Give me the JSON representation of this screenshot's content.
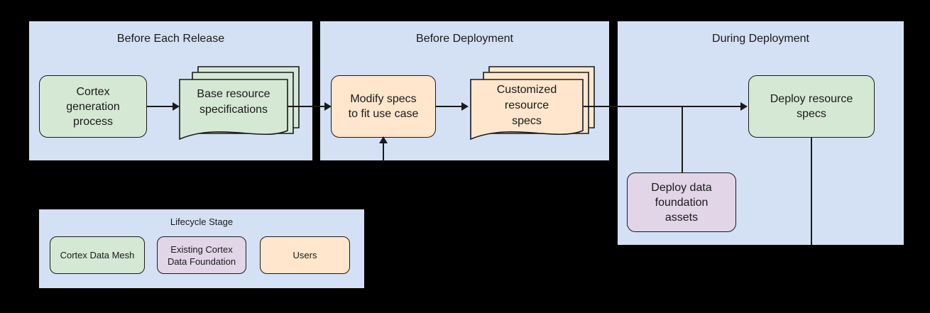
{
  "diagram": {
    "type": "flowchart",
    "background_color": "#000000",
    "panel_color": "#d4e1f5",
    "stroke_color": "#1a1a1a",
    "palette": {
      "cortex_data_mesh": "#d5e8d4",
      "existing_cortex_data_foundation": "#e1d5e7",
      "users": "#ffe6cc"
    },
    "panels": [
      {
        "id": "before-each-release",
        "title": "Before Each Release"
      },
      {
        "id": "before-deployment",
        "title": "Before Deployment"
      },
      {
        "id": "during-deployment",
        "title": "During Deployment"
      }
    ],
    "nodes": {
      "cortex_generation_process": "Cortex\ngeneration\nprocess",
      "cortex_generation_process_lines": [
        "Cortex",
        "generation",
        "process"
      ],
      "base_resource_specifications_lines": [
        "Base resource",
        "specifications"
      ],
      "modify_specs_lines": [
        "Modify specs",
        "to fit use case"
      ],
      "customized_resource_specs_lines": [
        "Customized",
        "resource",
        "specs"
      ],
      "deploy_resource_specs_lines": [
        "Deploy resource",
        "specs"
      ],
      "deploy_data_foundation_assets_lines": [
        "Deploy data",
        "foundation",
        "assets"
      ]
    },
    "legend": {
      "title": "Lifecycle Stage",
      "items": [
        {
          "label": "Cortex Data Mesh",
          "color": "#d5e8d4"
        },
        {
          "label": "Existing Cortex\nData Foundation",
          "line1": "Existing Cortex",
          "line2": "Data Foundation",
          "color": "#e1d5e7"
        },
        {
          "label": "Users",
          "color": "#ffe6cc"
        }
      ]
    }
  }
}
